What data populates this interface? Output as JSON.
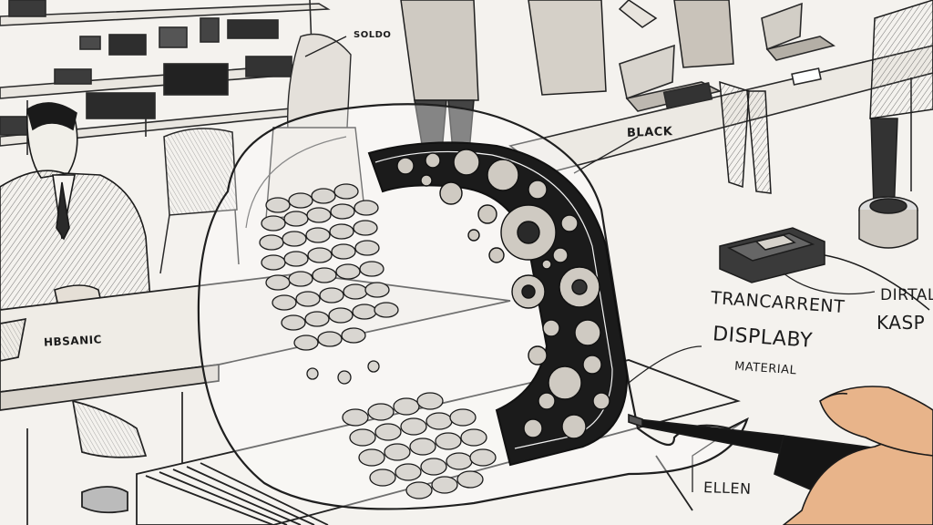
{
  "scene": {
    "subject": "transparent-bracelet-sketch"
  },
  "labels": {
    "soldo": "SOLDO",
    "black": "BLACK",
    "hbsanic": "HBSANIC",
    "trancarrent": "TRANCARRENT",
    "displaby": "DISPLABY",
    "material": "MATERIAL",
    "dirtal": "DIRTAL",
    "kasp": "KASP",
    "ellen": "ELLEN"
  },
  "colors": {
    "paper": "#f4f2ee",
    "ink": "#1c1c1c",
    "skin": "#e8b48a",
    "pen": "#151515"
  }
}
